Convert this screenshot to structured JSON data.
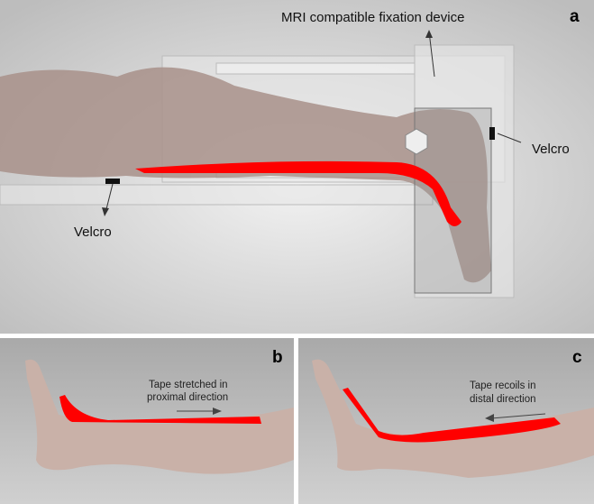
{
  "panel_a": {
    "letter": "a",
    "device_label": "MRI compatible fixation device",
    "velcro_right": "Velcro",
    "velcro_left": "Velcro"
  },
  "panel_b": {
    "letter": "b",
    "caption_line1": "Tape stretched in",
    "caption_line2": "proximal direction"
  },
  "panel_c": {
    "letter": "c",
    "caption_line1": "Tape recoils in",
    "caption_line2": "distal direction"
  },
  "colors": {
    "tape": "#ff0000",
    "skin": "#c9b1a8",
    "background": "#d8d8d8"
  }
}
